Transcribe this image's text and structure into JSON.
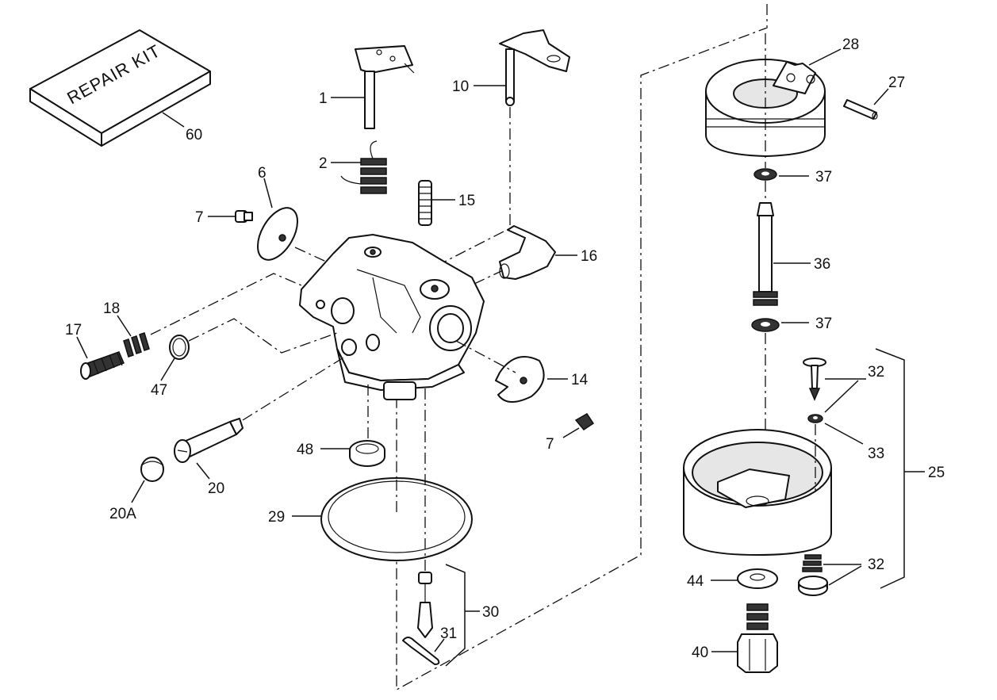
{
  "kit_label": "REPAIR KIT",
  "callouts": {
    "c60": "60",
    "c1": "1",
    "c2": "2",
    "c6": "6",
    "c7a": "7",
    "c7b": "7",
    "c10": "10",
    "c15": "15",
    "c16": "16",
    "c17": "17",
    "c18": "18",
    "c47": "47",
    "c14": "14",
    "c48": "48",
    "c20": "20",
    "c20a": "20A",
    "c29": "29",
    "c30": "30",
    "c31": "31",
    "c28": "28",
    "c27": "27",
    "c37a": "37",
    "c36": "36",
    "c37b": "37",
    "c32a": "32",
    "c33": "33",
    "c25": "25",
    "c32b": "32",
    "c44": "44",
    "c40": "40"
  }
}
